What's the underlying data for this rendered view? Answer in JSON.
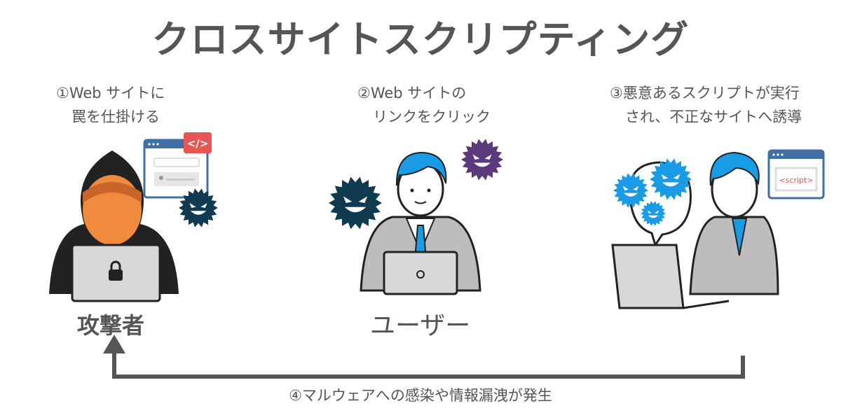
{
  "title": "クロスサイトスクリプティング",
  "steps": {
    "step1": {
      "line1": "①Web サイトに",
      "line2": "罠を仕掛ける"
    },
    "step2": {
      "line1": "②Web サイトの",
      "line2": "リンクをクリック"
    },
    "step3": {
      "line1": "③悪意あるスクリプトが実行",
      "line2": "され、不正なサイトへ誘導"
    },
    "step4": "④マルウェアへの感染や情報漏洩が発生"
  },
  "actors": {
    "attacker": "攻撃者",
    "user": "ユーザー"
  },
  "code_badge": "</>",
  "script_tag": "<script>",
  "colors": {
    "text": "#555555",
    "virus_dark": "#0f3a4f",
    "virus_purple": "#5a3a7a",
    "virus_blue": "#1a9be6",
    "hair_blue": "#1a9be6",
    "browser_frame": "#3f6fa3",
    "code_badge": "#e85555",
    "hood": "#222222",
    "face_orange": "#f08a3c",
    "arrow": "#555555"
  }
}
